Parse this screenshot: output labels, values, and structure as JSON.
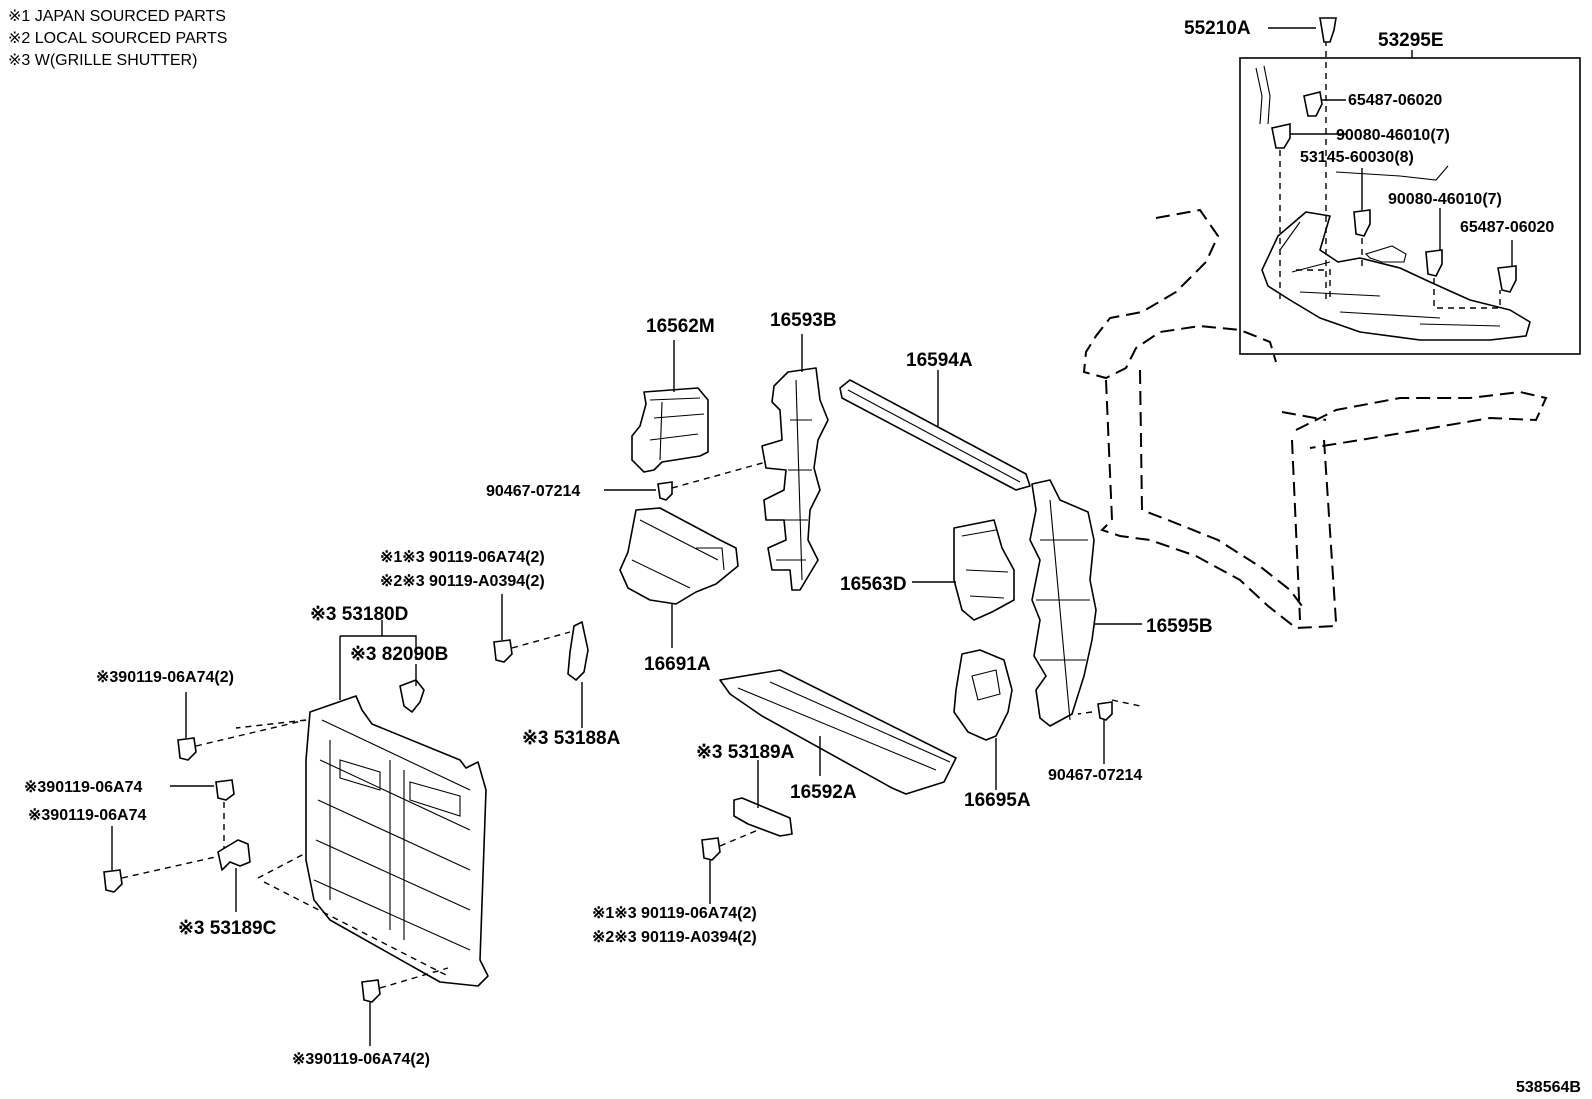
{
  "notes": [
    "※1 JAPAN SOURCED PARTS",
    "※2 LOCAL SOURCED PARTS",
    "※3 W(GRILLE SHUTTER)"
  ],
  "labels": {
    "p55210A": "55210A",
    "p53295E": "53295E",
    "p65487_a": "65487-06020",
    "p90080_a": "90080-46010(7)",
    "p53145": "53145-60030(8)",
    "p90080_b": "90080-46010(7)",
    "p65487_b": "65487-06020",
    "p16562M": "16562M",
    "p16593B": "16593B",
    "p16594A": "16594A",
    "p90467_a": "90467-07214",
    "p16563D": "16563D",
    "p16595B": "16595B",
    "p16691A": "16691A",
    "p90119_1": "※1※3 90119-06A74(2)",
    "p90119_2": "※2※3 90119-A0394(2)",
    "p53180D": "※3 53180D",
    "p82090B": "※3 82090B",
    "p90119_3": "※390119-06A74(2)",
    "p90119_4": "※390119-06A74",
    "p90119_5": "※390119-06A74",
    "p53188A": "※3 53188A",
    "p53189A": "※3 53189A",
    "p16592A": "16592A",
    "p16695A": "16695A",
    "p90467_b": "90467-07214",
    "p53189C": "※3 53189C",
    "p90119_6": "※1※3 90119-06A74(2)",
    "p90119_7": "※2※3 90119-A0394(2)",
    "p90119_8": "※390119-06A74(2)"
  },
  "ref_code": "538564B"
}
